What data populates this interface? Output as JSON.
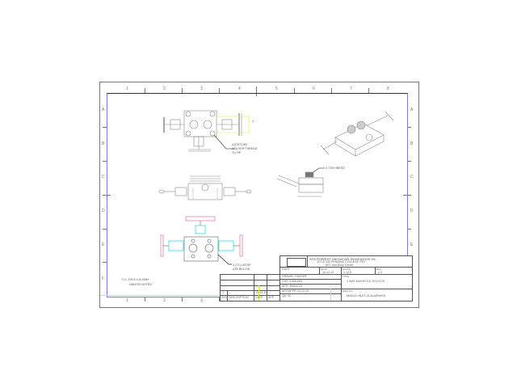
{
  "drawing": {
    "zones_horizontal": [
      "1",
      "2",
      "3",
      "4",
      "5",
      "6",
      "7",
      "8"
    ],
    "zones_vertical": [
      "A",
      "B",
      "C",
      "D",
      "E",
      "F"
    ],
    "callouts": {
      "top_view": [
        "4 (CHT) HB",
        "AAA SCR THREAD",
        "TLI HP"
      ],
      "bottom_view": [
        "2-(TT) LEESP",
        "ATB BKS-HD"
      ],
      "side_iso": "2-YZH HBESD"
    },
    "dimension_label": "4",
    "notes": [
      "T.I.L. FIN 5 4 5L BNH",
      "UNLESS NOTED"
    ]
  },
  "title_block": {
    "company": "SOUTHWEST Hannemark Development Inc.",
    "address_line1": "BTLE 440 PENNING COLLEGE PKY",
    "address_line2": "MO. and Busy Center",
    "date_label": "DATE",
    "date_value": "10-12-10",
    "scale_label": "SCALE",
    "scale_value": "1:1(H)",
    "rev_label": "REV",
    "rev_value": "1.0",
    "drawn_by": "DRAWN: J.BUSER",
    "checked_by": "CHK: A BAUAN",
    "approved": "APP: 3000A-25",
    "mfg": "MFGAPPR 10-12-10",
    "qa": "QA: 00",
    "title_label": "TITLE",
    "title_value": "3 WAY MANIFOLD TECH DS",
    "dwg_label": "DWG NO",
    "dwg_value": "MAN-D-INST-4CAudRetSK"
  },
  "revision_block": {
    "rows": [
      {
        "rev": "1",
        "desc": "--",
        "date": "10-12-10",
        "by": "--"
      },
      {
        "rev": "REV",
        "desc": "DESCRIPTION",
        "date": "DATE",
        "by": "APP"
      }
    ]
  },
  "colors": {
    "border": "#7a7ae0",
    "highlight": "#e8e840",
    "cyan": "#40d8d8",
    "pink": "#e080b0",
    "line": "#555555"
  }
}
